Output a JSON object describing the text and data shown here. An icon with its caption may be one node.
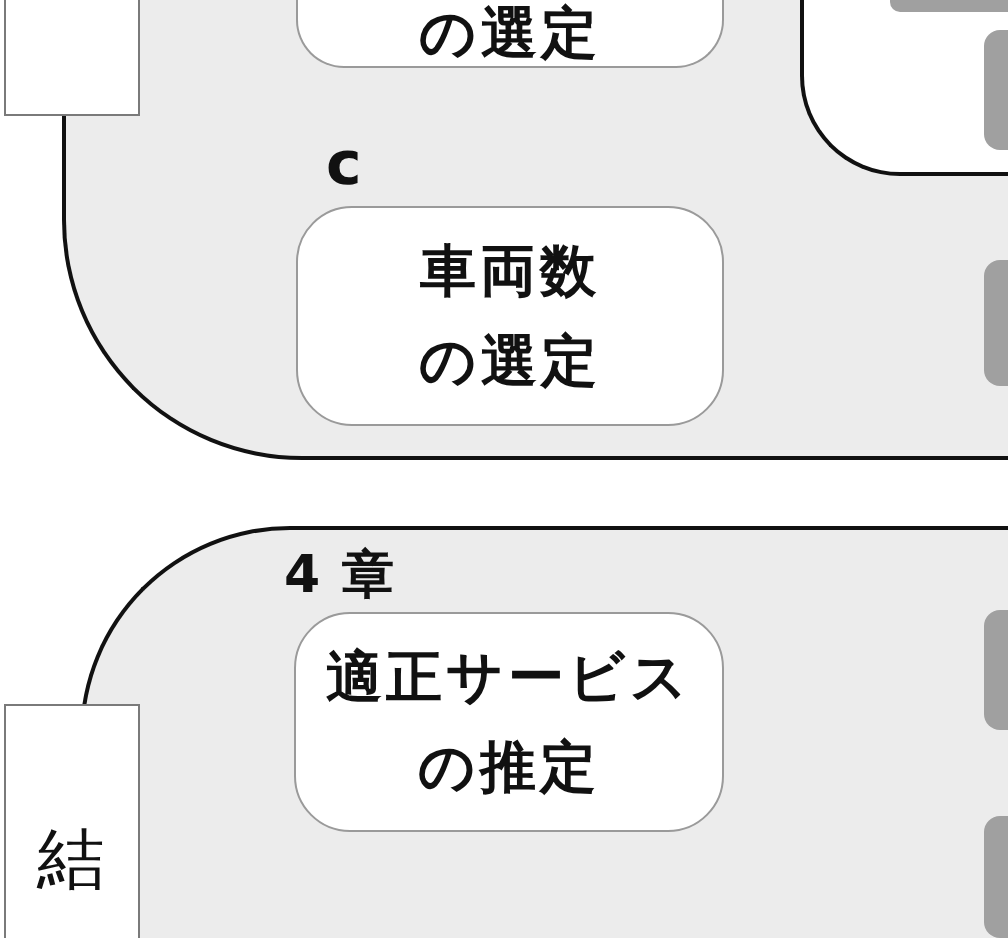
{
  "diagram": {
    "nodes": [
      {
        "text": [],
        "shape": "box"
      },
      {
        "text": [],
        "shape": "box"
      },
      {
        "text": [
          "の選定"
        ],
        "in": 1
      },
      {
        "text": [],
        "shape": "box",
        "in": 1
      },
      {
        "text": [],
        "shape": "box",
        "in": 3
      },
      {
        "text": [],
        "shape": "box",
        "in": 3
      },
      {
        "text": [
          "車両数の選定"
        ],
        "in": 1,
        "beside": [
          "c"
        ]
      },
      {
        "text": [],
        "shape": "box",
        "in": 1
      },
      {
        "text": [
          "4 章"
        ]
      },
      {
        "text": [
          "適正サービスの推定"
        ],
        "in": 8
      },
      {
        "text": [],
        "shape": "box",
        "in": 8
      },
      {
        "text": [
          "結"
        ]
      },
      {
        "text": [],
        "shape": "box",
        "in": 8
      }
    ]
  }
}
